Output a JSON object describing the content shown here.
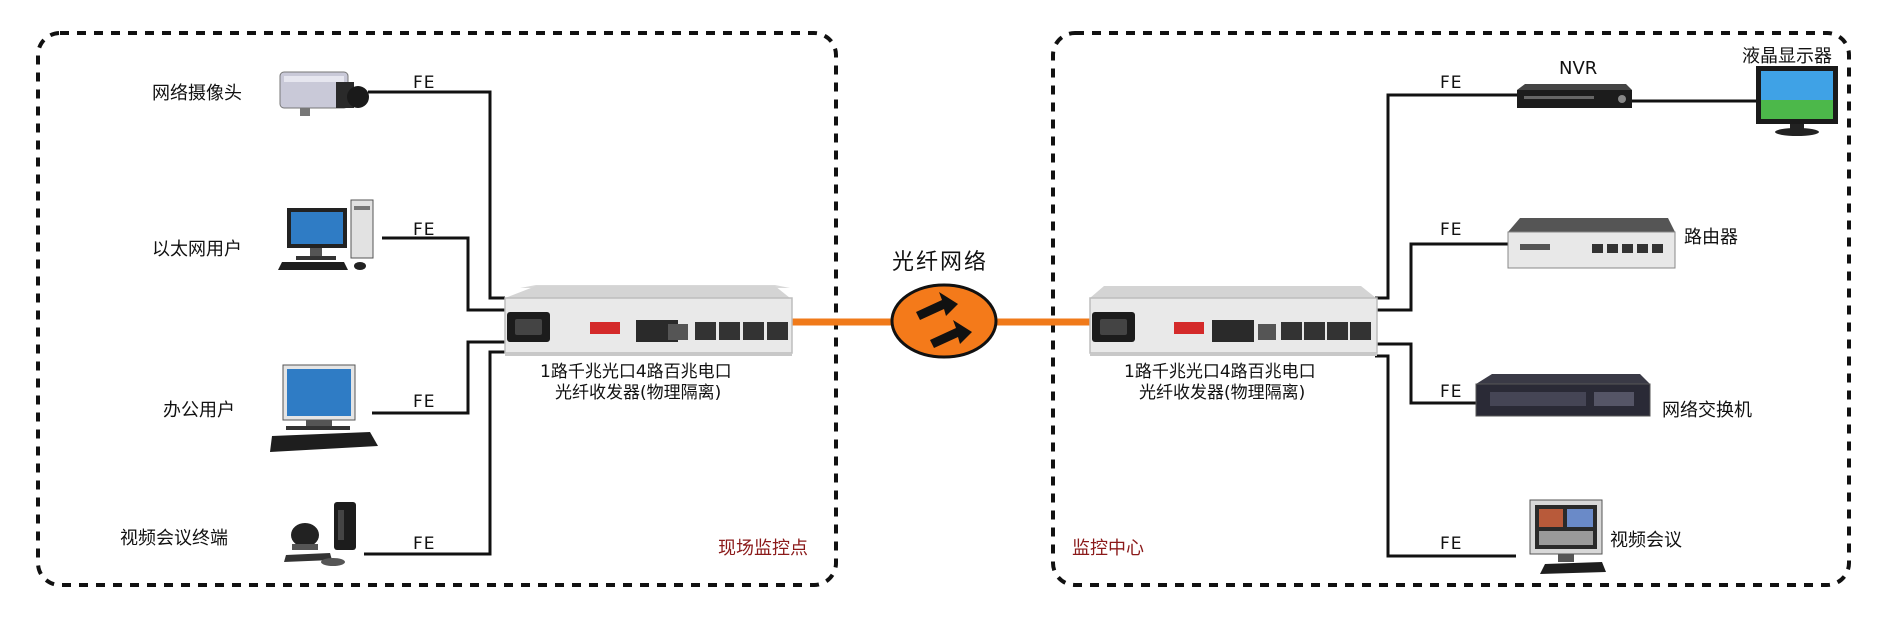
{
  "network": {
    "label": "光纤网络"
  },
  "left_site": {
    "zone_label": "现场监控点",
    "devices": [
      {
        "label": "网络摄像头",
        "link": "FE"
      },
      {
        "label": "以太网用户",
        "link": "FE"
      },
      {
        "label": "办公用户",
        "link": "FE"
      },
      {
        "label": "视频会议终端",
        "link": "FE"
      }
    ],
    "converter": {
      "caption_line1": "1路千兆光口4路百兆电口",
      "caption_line2": "光纤收发器(物理隔离)"
    }
  },
  "right_site": {
    "zone_label": "监控中心",
    "devices": [
      {
        "label": "NVR",
        "link": "FE"
      },
      {
        "label": "液晶显示器"
      },
      {
        "label": "路由器",
        "link": "FE"
      },
      {
        "label": "网络交换机",
        "link": "FE"
      },
      {
        "label": "视频会议",
        "link": "FE"
      }
    ],
    "converter": {
      "caption_line1": "1路千兆光口4路百兆电口",
      "caption_line2": "光纤收发器(物理隔离)"
    }
  },
  "colors": {
    "fiber": "#f07a1a",
    "zone_label": "#8b1a1a",
    "line": "#111111"
  }
}
